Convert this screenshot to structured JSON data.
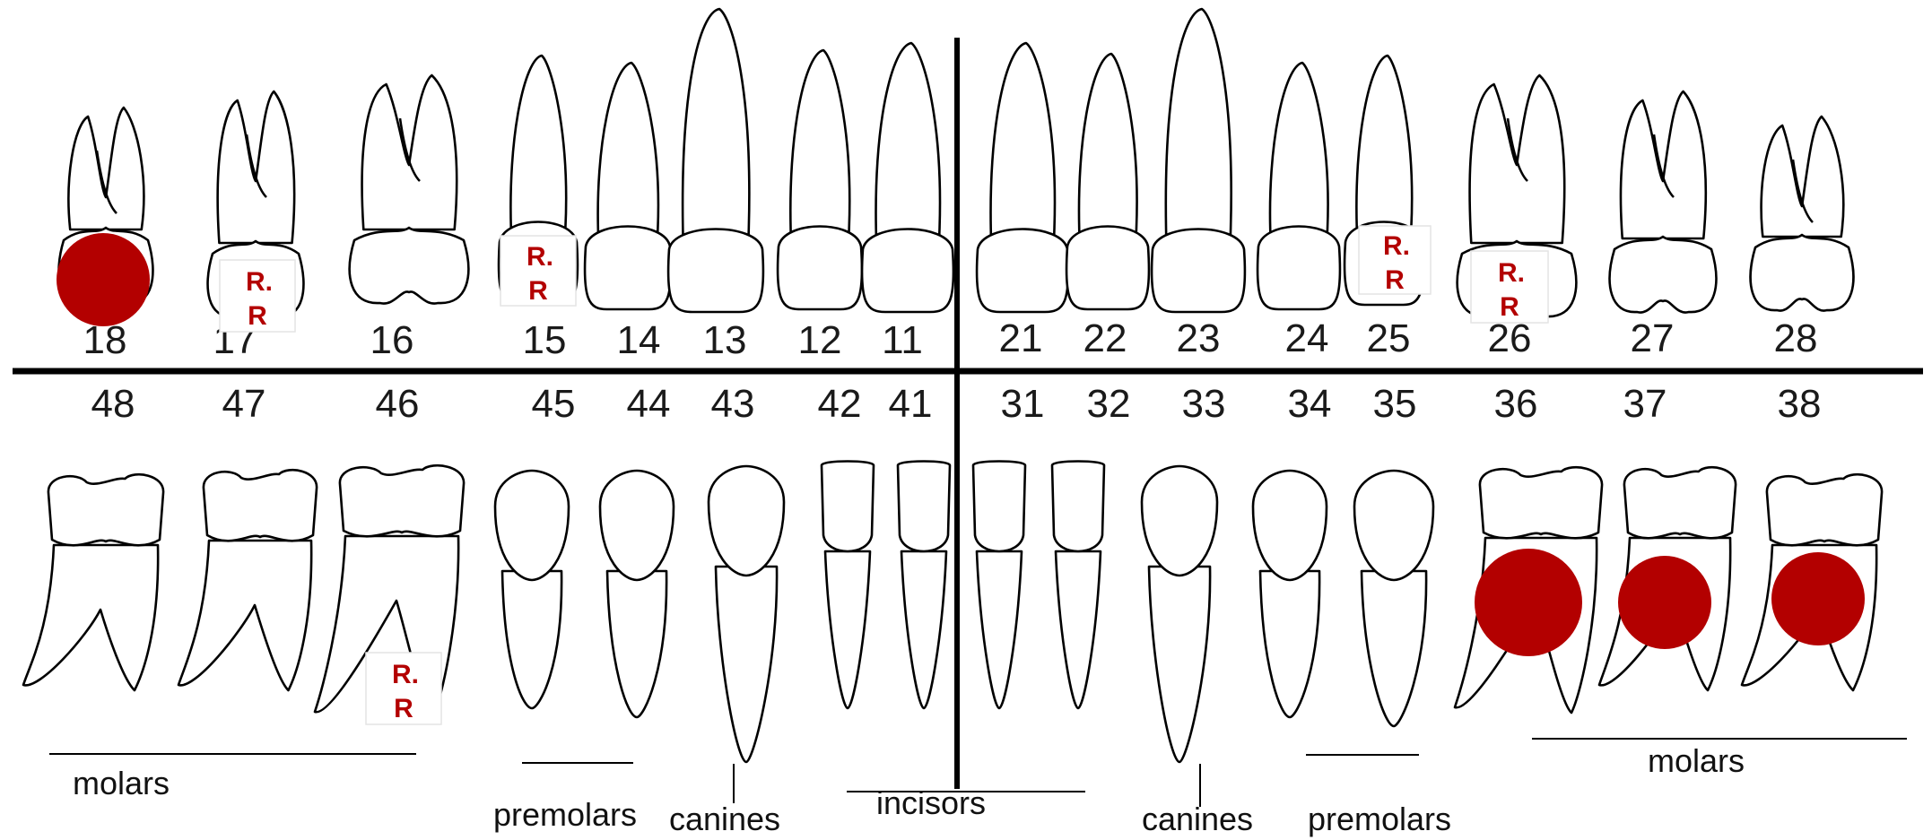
{
  "upper_numbers": [
    "18",
    "17",
    "16",
    "15",
    "14",
    "13",
    "12",
    "11",
    "21",
    "22",
    "23",
    "24",
    "25",
    "26",
    "27",
    "28"
  ],
  "lower_numbers": [
    "48",
    "47",
    "46",
    "45",
    "44",
    "43",
    "42",
    "41",
    "31",
    "32",
    "33",
    "34",
    "35",
    "36",
    "37",
    "38"
  ],
  "labels": {
    "molars_lower_right": "molars",
    "premolars_lower_right": "premolars",
    "canines_lower_right": "canines",
    "incisors": "incisors",
    "canines_lower_left": "canines",
    "premolars_lower_left": "premolars",
    "molars_lower_left": "molars"
  },
  "markings": {
    "red_dots": [
      "18",
      "36",
      "37",
      "38"
    ],
    "rr": [
      {
        "tooth": "17",
        "line1": "R.",
        "line2": "R"
      },
      {
        "tooth": "15",
        "line1": "R.",
        "line2": "R"
      },
      {
        "tooth": "25",
        "line1": "R.",
        "line2": "R"
      },
      {
        "tooth": "26",
        "line1": "R.",
        "line2": "R"
      },
      {
        "tooth": "46",
        "line1": "R.",
        "line2": "R"
      }
    ]
  },
  "colors": {
    "mark": "#b30000",
    "lines": "#000000"
  }
}
